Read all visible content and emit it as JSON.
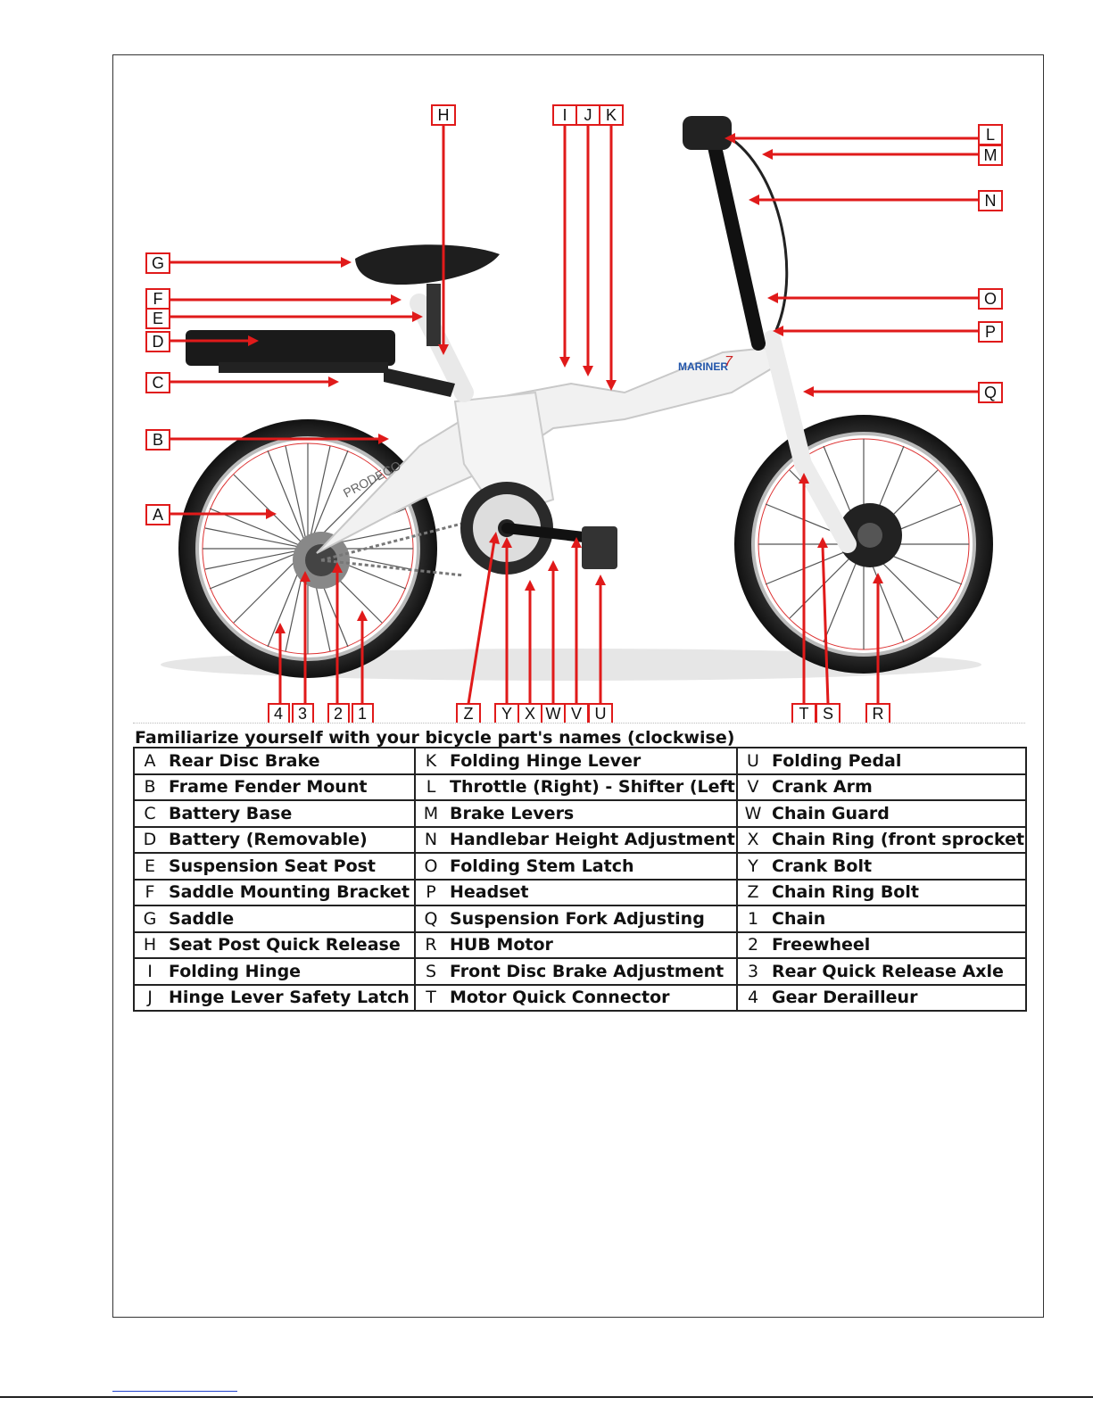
{
  "diagram": {
    "brand_text": "MARINER",
    "model_number": "7",
    "frame_text": "PRODECO",
    "callouts": [
      "A",
      "B",
      "C",
      "D",
      "E",
      "F",
      "G",
      "H",
      "I",
      "J",
      "K",
      "L",
      "M",
      "N",
      "O",
      "P",
      "Q",
      "R",
      "S",
      "T",
      "U",
      "V",
      "W",
      "X",
      "Y",
      "Z",
      "1",
      "2",
      "3",
      "4"
    ]
  },
  "table": {
    "title": "Familiarize yourself with your bicycle part's names (clockwise)",
    "rows": [
      [
        {
          "k": "A",
          "n": "Rear Disc Brake"
        },
        {
          "k": "K",
          "n": "Folding Hinge Lever"
        },
        {
          "k": "U",
          "n": "Folding Pedal"
        }
      ],
      [
        {
          "k": "B",
          "n": "Frame Fender Mount"
        },
        {
          "k": "L",
          "n": "Throttle (Right) - Shifter (Left)"
        },
        {
          "k": "V",
          "n": "Crank Arm"
        }
      ],
      [
        {
          "k": "C",
          "n": "Battery Base"
        },
        {
          "k": "M",
          "n": "Brake Levers"
        },
        {
          "k": "W",
          "n": "Chain Guard"
        }
      ],
      [
        {
          "k": "D",
          "n": "Battery (Removable)"
        },
        {
          "k": "N",
          "n": "Handlebar Height Adjustment"
        },
        {
          "k": "X",
          "n": "Chain Ring (front sprocket)"
        }
      ],
      [
        {
          "k": "E",
          "n": "Suspension Seat Post"
        },
        {
          "k": "O",
          "n": "Folding Stem Latch"
        },
        {
          "k": "Y",
          "n": "Crank Bolt"
        }
      ],
      [
        {
          "k": "F",
          "n": "Saddle Mounting Bracket"
        },
        {
          "k": "P",
          "n": "Headset"
        },
        {
          "k": "Z",
          "n": "Chain Ring Bolt"
        }
      ],
      [
        {
          "k": "G",
          "n": "Saddle"
        },
        {
          "k": "Q",
          "n": "Suspension Fork Adjusting"
        },
        {
          "k": "1",
          "n": "Chain"
        }
      ],
      [
        {
          "k": "H",
          "n": "Seat Post Quick Release"
        },
        {
          "k": "R",
          "n": "HUB Motor"
        },
        {
          "k": "2",
          "n": "Freewheel"
        }
      ],
      [
        {
          "k": "I",
          "n": "Folding Hinge"
        },
        {
          "k": "S",
          "n": "Front Disc Brake Adjustment"
        },
        {
          "k": "3",
          "n": "Rear Quick Release Axle"
        }
      ],
      [
        {
          "k": "J",
          "n": "Hinge Lever Safety Latch"
        },
        {
          "k": "T",
          "n": "Motor Quick Connector"
        },
        {
          "k": "4",
          "n": "Gear Derailleur"
        }
      ]
    ]
  }
}
